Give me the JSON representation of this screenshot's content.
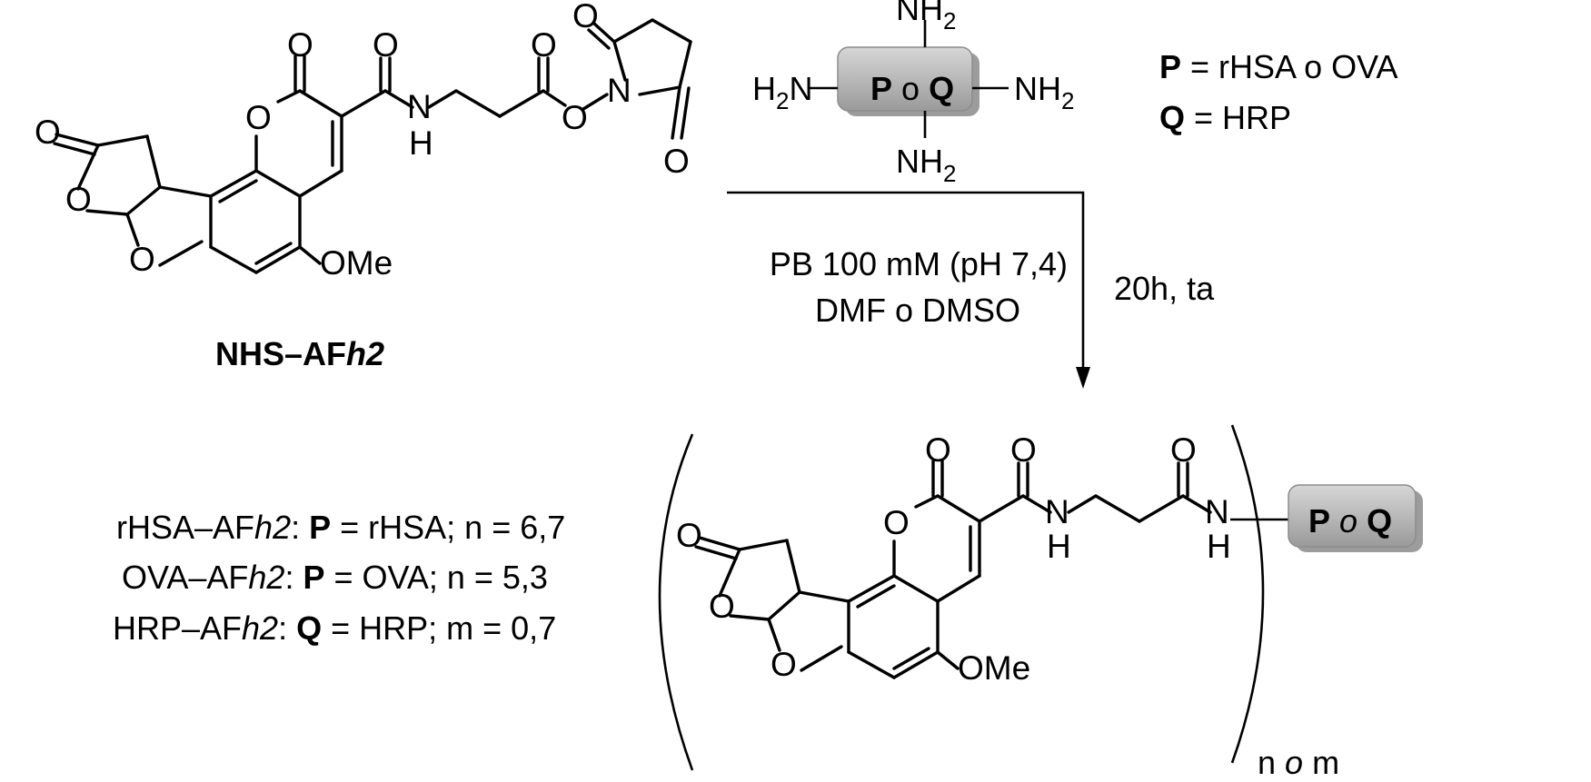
{
  "reactant": {
    "name_prefix": "NHS–AF",
    "name_suffix": "h2",
    "atoms": {
      "oxygen": "O",
      "nitrogen": "N",
      "hydrogen": "H",
      "methoxy": "OMe"
    }
  },
  "protein": {
    "amine_top": "NH",
    "amine_bottom": "NH",
    "amine_right": "NH",
    "amine_left": "H",
    "amine_left_tail": "N",
    "subscript": "2",
    "box_p": "P",
    "box_or": "o",
    "box_q": "Q"
  },
  "legend": {
    "p_label": "P",
    "p_value": "= rHSA o OVA",
    "q_label": "Q",
    "q_value": "= HRP"
  },
  "conditions": {
    "line1": "PB 100 mM (pH 7,4)",
    "line2": "DMF o DMSO",
    "time": "20h, ta"
  },
  "products": [
    {
      "prefix": "rHSA–AF",
      "ital": "h2",
      "colon": ": ",
      "letter": "P",
      "rest": " = rHSA; n = 6,7"
    },
    {
      "prefix": "OVA–AF",
      "ital": "h2",
      "colon": ": ",
      "letter": "P",
      "rest": " = OVA; n = 5,3"
    },
    {
      "prefix": "HRP–AF",
      "ital": "h2",
      "colon": ": ",
      "letter": "Q",
      "rest": " = HRP; m = 0,7"
    }
  ],
  "product_box": {
    "p": "P",
    "or": "o",
    "q": "Q"
  },
  "subscript_label": {
    "n": "n",
    "or": "o",
    "m": "m"
  },
  "colors": {
    "box_fill": "#b3b3b3",
    "box_stroke": "#8c8c8c"
  }
}
